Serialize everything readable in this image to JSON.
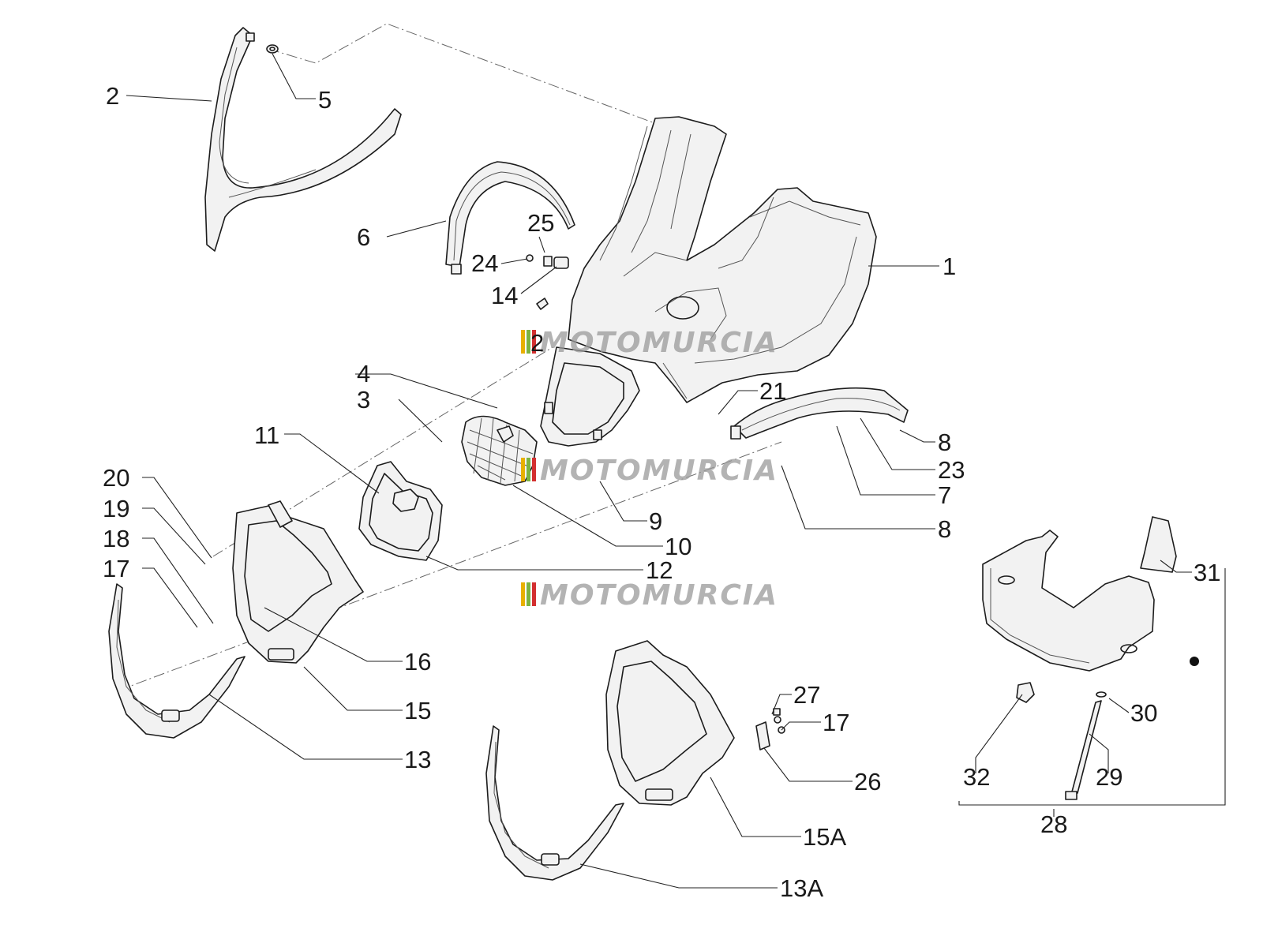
{
  "watermark": "MOTOMURCIA",
  "labels": [
    "1",
    "2",
    "5",
    "6",
    "25",
    "24",
    "14",
    "2",
    "4",
    "3",
    "11",
    "20",
    "19",
    "18",
    "17",
    "16",
    "15",
    "13",
    "21",
    "8",
    "23",
    "7",
    "8",
    "9",
    "10",
    "12",
    "27",
    "17",
    "26",
    "15A",
    "13A",
    "31",
    "30",
    "32",
    "29",
    "28"
  ]
}
